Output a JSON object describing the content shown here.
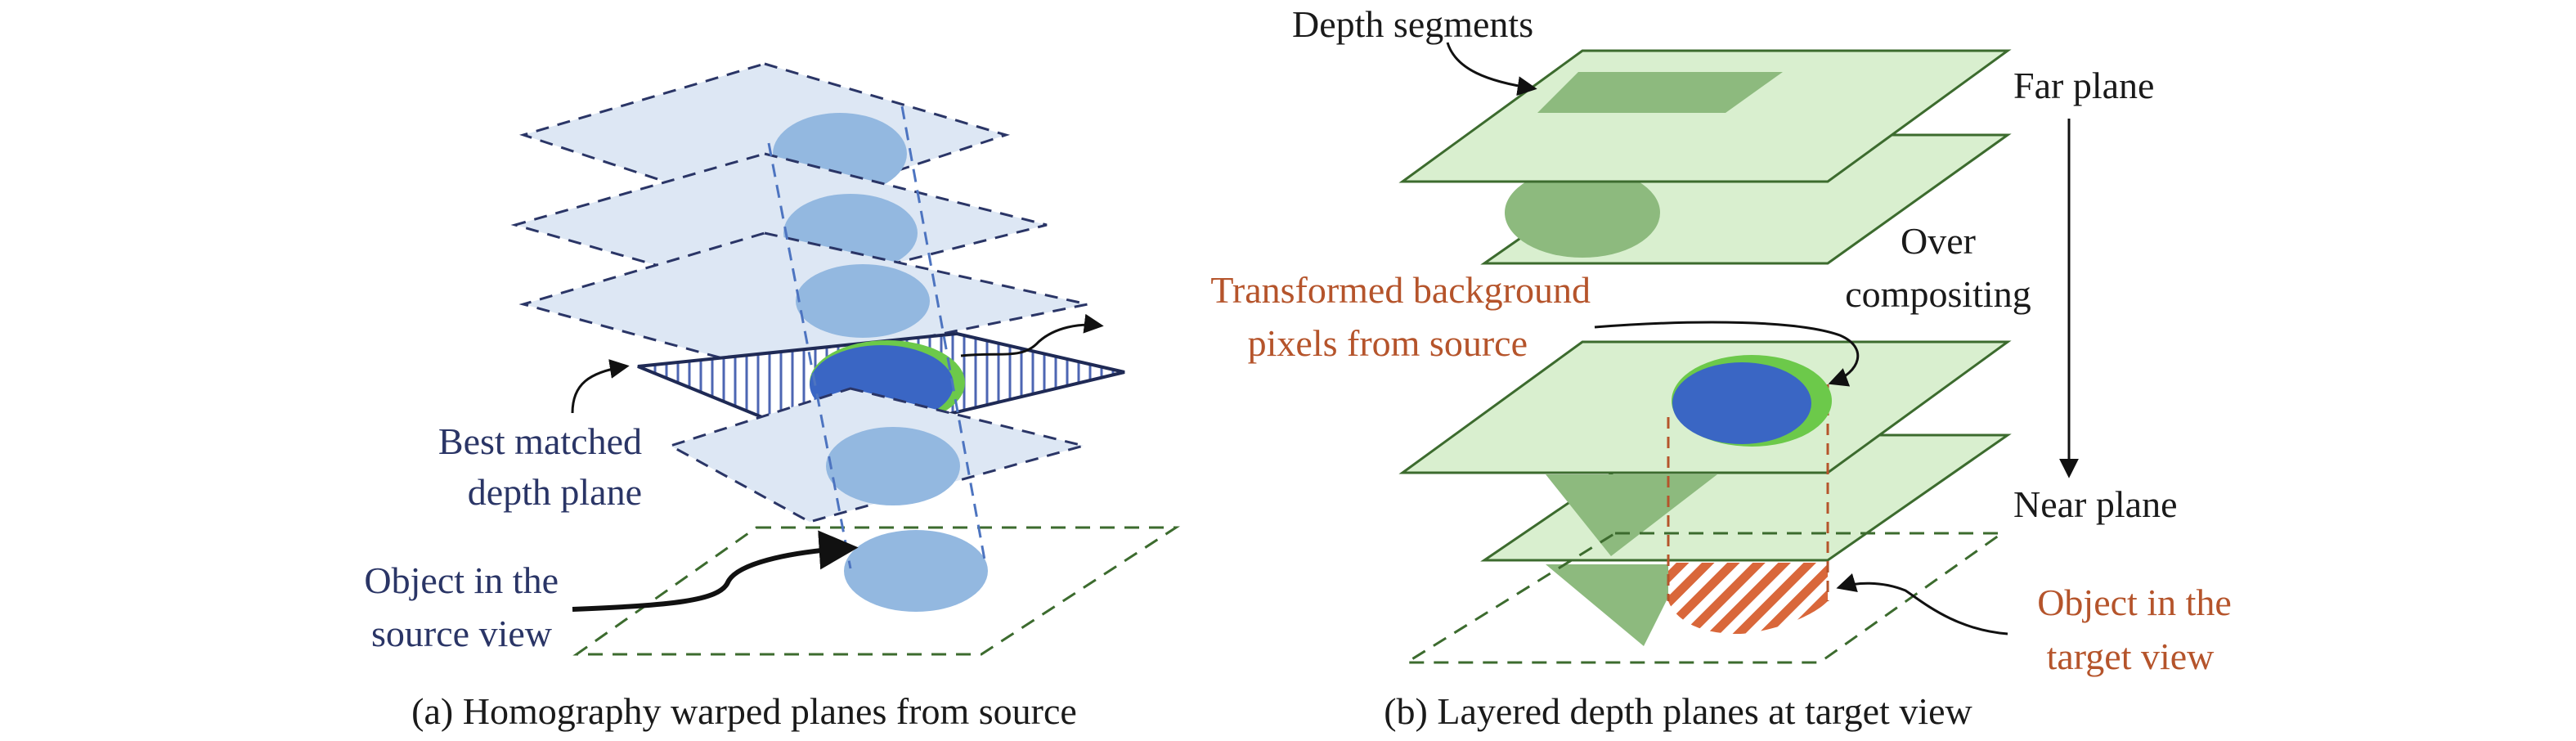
{
  "panel_a": {
    "caption": "(a) Homography warped planes from source",
    "label_best_match_line1": "Best matched",
    "label_best_match_line2": "depth plane",
    "label_object_line1": "Object in the",
    "label_object_line2": "source view"
  },
  "panel_b": {
    "caption": "(b) Layered depth planes at target view",
    "label_depth_segments": "Depth segments",
    "label_far_plane": "Far plane",
    "label_over_line1": "Over",
    "label_over_line2": "compositing",
    "label_transformed_line1": "Transformed background",
    "label_transformed_line2": "pixels from source",
    "label_near_plane": "Near plane",
    "label_object_line1": "Object in the",
    "label_object_line2": "target view"
  },
  "colors": {
    "navy": "#2a3566",
    "plane_blue": "#dde7f4",
    "ellipse_blue": "#93b8e0",
    "deep_blue": "#3a66c4",
    "green_plane": "#d9efcf",
    "green_edge": "#3c6b2e",
    "green_seg": "#8dba7e",
    "green_rim": "#6cc94a",
    "orange": "#b5542b",
    "hatch_orange": "#d9673a"
  }
}
